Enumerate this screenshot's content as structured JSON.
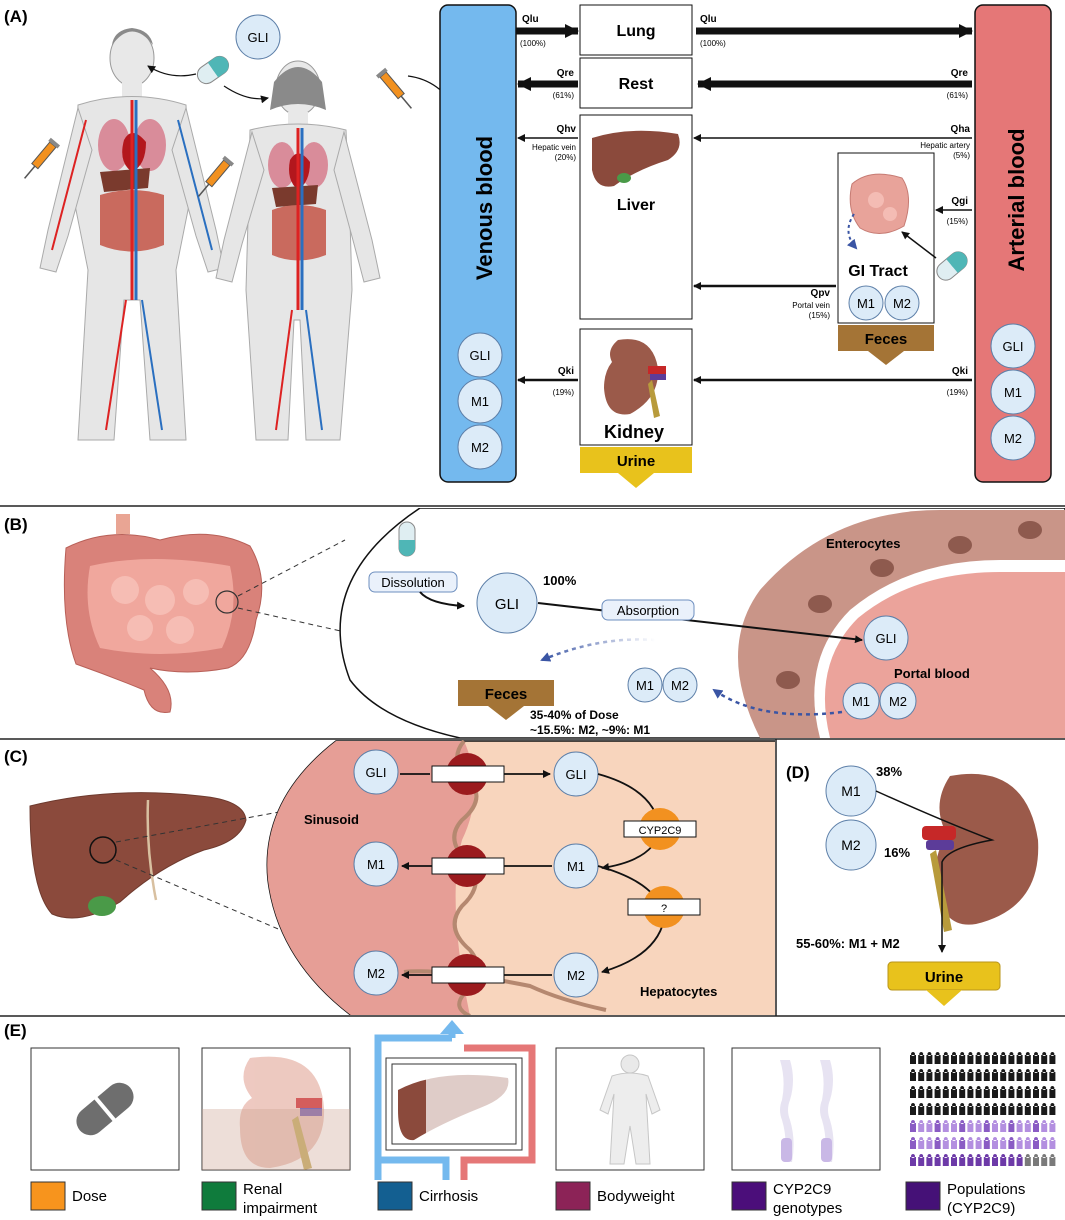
{
  "panels": {
    "a": "(A)",
    "b": "(B)",
    "c": "(C)",
    "d": "(D)",
    "e": "(E)"
  },
  "compounds": {
    "gli": "GLI",
    "m1": "M1",
    "m2": "M2"
  },
  "panel_a": {
    "venous": "Venous blood",
    "arterial": "Arterial blood",
    "lung": "Lung",
    "rest": "Rest",
    "liver": "Liver",
    "gi_tract": "GI Tract",
    "kidney": "Kidney",
    "feces": "Feces",
    "urine": "Urine",
    "flows": {
      "qlu_left": "Qlu",
      "qlu_left_pct": "(100%)",
      "qlu_right": "Qlu",
      "qlu_right_pct": "(100%)",
      "qre_left": "Qre",
      "qre_left_pct": "(61%)",
      "qre_right": "Qre",
      "qre_right_pct": "(61%)",
      "qhv": "Qhv",
      "qhv_sub": "Hepatic vein",
      "qhv_pct": "(20%)",
      "qha": "Qha",
      "qha_sub": "Hepatic artery",
      "qha_pct": "(5%)",
      "qgi": "Qgi",
      "qgi_pct": "(15%)",
      "qpv": "Qpv",
      "qpv_sub": "Portal vein",
      "qpv_pct": "(15%)",
      "qki_left": "Qki",
      "qki_left_pct": "(19%)",
      "qki_right": "Qki",
      "qki_right_pct": "(19%)"
    }
  },
  "panel_b": {
    "dissolution": "Dissolution",
    "absorption": "Absorption",
    "pct": "100%",
    "enterocytes": "Enterocytes",
    "portal_blood": "Portal blood",
    "feces": "Feces",
    "dose_line1": "35-40% of Dose",
    "dose_line2": "~15.5%: M2, ~9%: M1"
  },
  "panel_c": {
    "sinusoid": "Sinusoid",
    "hepatocytes": "Hepatocytes",
    "cyp": "CYP2C9",
    "unknown": "?"
  },
  "panel_d": {
    "m1_pct": "38%",
    "m2_pct": "16%",
    "total": "55-60%: M1 + M2",
    "urine": "Urine"
  },
  "panel_e": {
    "legend": [
      {
        "label": "Dose",
        "color": "#f7941d"
      },
      {
        "label": "Renal\nimpairment",
        "color": "#0f7b3c"
      },
      {
        "label": "Cirrhosis",
        "color": "#135f91"
      },
      {
        "label": "Bodyweight",
        "color": "#8c2357"
      },
      {
        "label": "CYP2C9\ngenotypes",
        "color": "#4b0e7a"
      },
      {
        "label": "Populations\n(CYP2C9)",
        "color": "#451177"
      }
    ]
  },
  "colors": {
    "venous": "#74b9ee",
    "arterial": "#e57777",
    "node_fill": "#dcebf8",
    "feces": "#a47436",
    "urine": "#e8c21c",
    "cyp_node": "#f29120",
    "transporter": "#9b1b1e",
    "liver_tissue": "#8b4a3c",
    "kidney_tissue": "#9b5a4a"
  }
}
